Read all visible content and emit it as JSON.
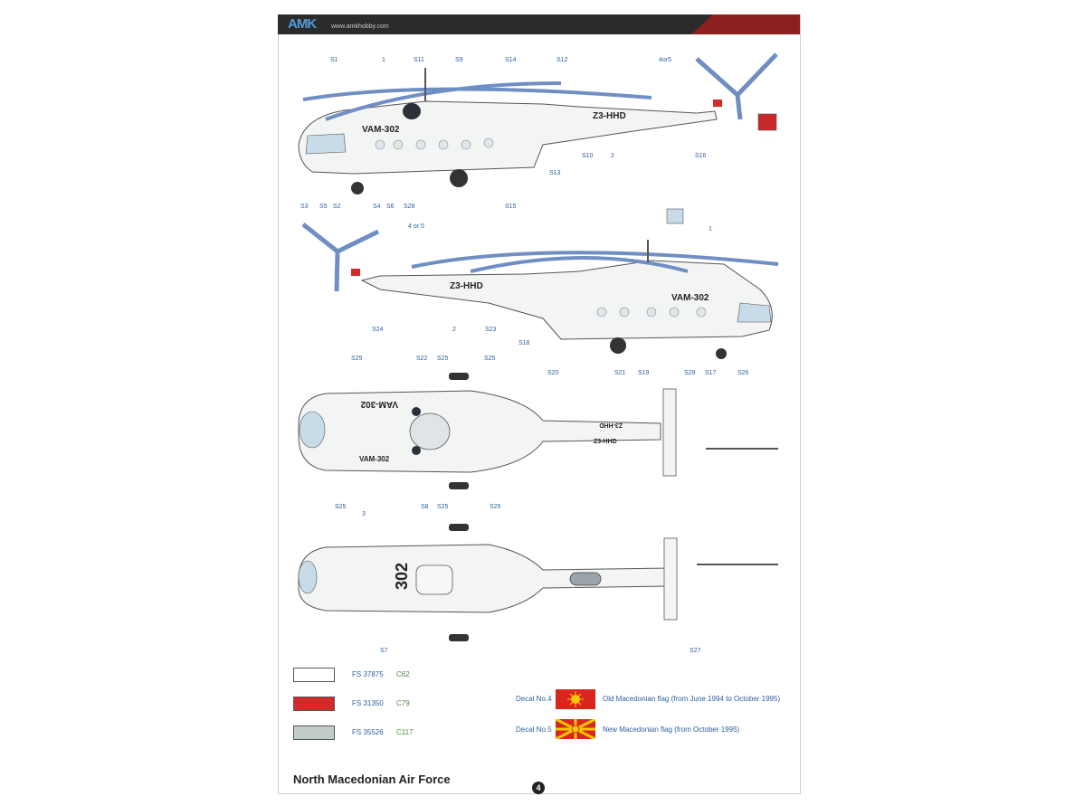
{
  "header": {
    "brand": "AMK",
    "url": "www.amkhobby.com"
  },
  "labels": {
    "side1": [
      "S1",
      "1",
      "S11",
      "S9",
      "S14",
      "S12",
      "4or5",
      "S10",
      "2",
      "S16",
      "S13",
      "S3",
      "S5",
      "S2",
      "S4",
      "S6",
      "S28",
      "S15"
    ],
    "side2": [
      "4 or 5",
      "1",
      "S24",
      "2",
      "S23",
      "S18",
      "S20",
      "S21",
      "S19",
      "S29",
      "S17",
      "S26"
    ],
    "top": [
      "S25",
      "S22",
      "S25",
      "S25",
      "S25",
      "S8",
      "S25",
      "S25"
    ],
    "bottom": [
      "3",
      "S7",
      "S27"
    ]
  },
  "registrations": {
    "tail": "Z3-HHD",
    "nose": "VAM-302",
    "belly": "302"
  },
  "colors_legend": [
    {
      "fs": "FS 37875",
      "code": "C62",
      "hex": "#ffffff"
    },
    {
      "fs": "FS 31350",
      "code": "C79",
      "hex": "#d62a2a"
    },
    {
      "fs": "FS 35526",
      "code": "C117",
      "hex": "#c3cdc7"
    }
  ],
  "decals": [
    {
      "no": "Decal No.4",
      "text": "Old Macedonian flag (from June 1994 to October 1995)"
    },
    {
      "no": "Decal No.5",
      "text": "New Macedonian flag (from October 1995)"
    }
  ],
  "footer": {
    "title": "North Macedonian Air Force",
    "page": "4"
  },
  "accent": {
    "blue": "#2f5f9e",
    "red": "#d9251c",
    "dark": "#2b2b2b"
  }
}
